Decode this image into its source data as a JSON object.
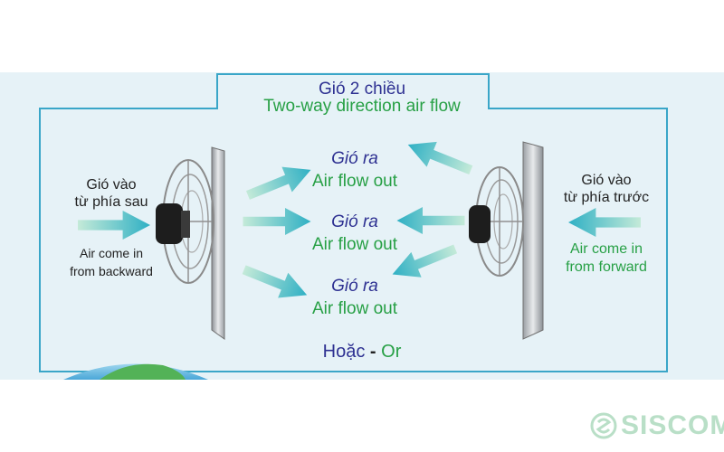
{
  "header": {
    "title_vi": "Gió 2 chiều",
    "title_en": "Two-way direction air flow"
  },
  "flows": [
    {
      "vi": "Gió ra",
      "en": "Air flow out"
    },
    {
      "vi": "Gió ra",
      "en": "Air flow out"
    },
    {
      "vi": "Gió ra",
      "en": "Air flow out"
    }
  ],
  "left": {
    "vi_line1": "Gió vào",
    "vi_line2": "từ phía sau",
    "en_line1": "Air come in",
    "en_line2": "from backward"
  },
  "right": {
    "vi_line1": "Gió vào",
    "vi_line2": "từ phía trước",
    "en_line1": "Air come in",
    "en_line2": "from forward"
  },
  "footer": {
    "or_vi": "Hoặc",
    "separator": "-",
    "or_en": "Or"
  },
  "brand": {
    "name": "SISCOM"
  },
  "colors": {
    "background_band": "#e6f2f7",
    "frame": "#3aa6c8",
    "arrow": "#35b2c3",
    "arrow_light": "#a8dfcc",
    "text_blue": "#2e3192",
    "text_green": "#27a045",
    "brand": "#b9dfc7"
  },
  "icons": [
    "fan-icon",
    "arrow-icon",
    "globe-icon",
    "logo-icon"
  ]
}
